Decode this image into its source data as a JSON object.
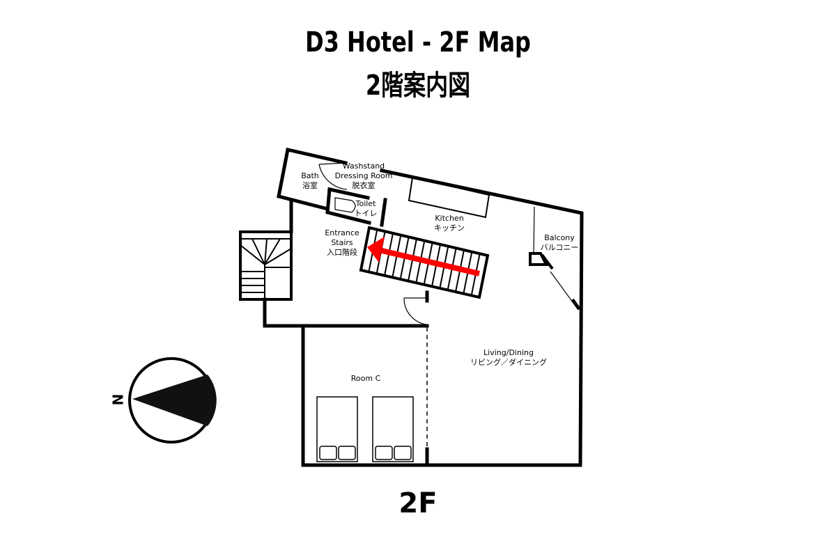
{
  "title": {
    "line1": "D3 Hotel - 2F Map",
    "line2": "2階案内図"
  },
  "floor_label": "2F",
  "compass": {
    "label": "N"
  },
  "rooms": {
    "bath": {
      "en": "Bath",
      "ja": "浴室"
    },
    "washstand": {
      "en": "Washstand",
      "en2": "Dressing Room",
      "ja": "脱衣室"
    },
    "toilet": {
      "en": "Toilet",
      "ja": "トイレ"
    },
    "kitchen": {
      "en": "Kitchen",
      "ja": "キッチン"
    },
    "entrance": {
      "en": "Entrance",
      "en2": "Stairs",
      "ja": "入口階段"
    },
    "balcony": {
      "en": "Balcony",
      "ja": "バルコニー"
    },
    "living": {
      "en": "Living/Dining",
      "ja": "リビング／ダイニング"
    },
    "room_c": {
      "en": "Room C"
    }
  },
  "colors": {
    "arrow": "#ff0000",
    "wall": "#000000"
  }
}
